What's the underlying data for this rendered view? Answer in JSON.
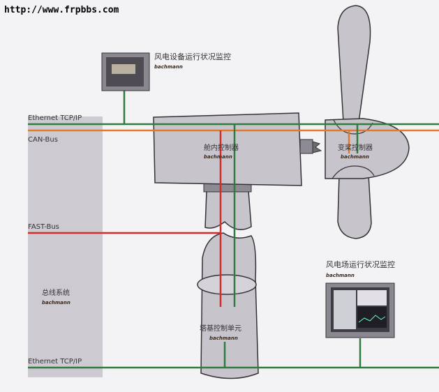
{
  "watermark": "http://www.frpbbs.com",
  "buses": {
    "ethernet_top": "Ethernet TCP/IP",
    "can": "CAN-Bus",
    "fast": "FAST-Bus",
    "ethernet_bottom": "Ethernet TCP/IP"
  },
  "components": {
    "wt_monitor": "风电设备运行状况监控",
    "nacelle_controller": "舱内控制器",
    "pitch_controller": "变桨控制器",
    "bus_system": "总线系统",
    "tower_base_unit": "塔基控制单元",
    "farm_monitor": "风电场运行状况监控"
  },
  "brand": "bachmann",
  "colors": {
    "ethernet": "#2e7d3e",
    "can": "#e07a2c",
    "fast": "#d62b2b",
    "structure": "#c8c4cc",
    "outline": "#333333"
  }
}
